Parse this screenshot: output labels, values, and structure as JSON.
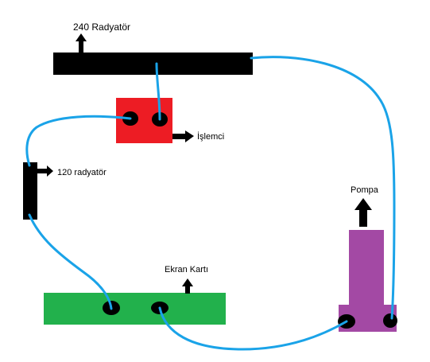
{
  "labels": {
    "radiator_240": "240 Radyatör",
    "cpu": "İşlemci",
    "radiator_120": "120 radyatör",
    "pump": "Pompa",
    "gpu": "Ekran Kartı"
  },
  "colors": {
    "tube": "#1aa3e8",
    "radiator": "#000000",
    "cpu_block": "#ed1c24",
    "gpu_block": "#22b14c",
    "pump_body": "#a349a4",
    "arrow": "#000000"
  }
}
